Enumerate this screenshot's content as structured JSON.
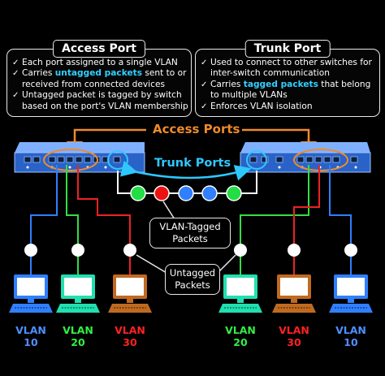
{
  "access_port": {
    "title": "Access Port",
    "items": [
      {
        "pre": "Each port assigned to a single VLAN",
        "hl": "",
        "post": ""
      },
      {
        "pre": "Carries ",
        "hl": "untagged packets",
        "post": " sent to or received from connected devices"
      },
      {
        "pre": "Untagged packet is tagged by switch based on the port's VLAN membership",
        "hl": "",
        "post": ""
      }
    ]
  },
  "trunk_port": {
    "title": "Trunk Port",
    "items": [
      {
        "pre": "Used to connect to other switches for inter-switch communication",
        "hl": "",
        "post": ""
      },
      {
        "pre": "Carries ",
        "hl": "tagged packets",
        "post": " that belong to multiple VLANs"
      },
      {
        "pre": "Enforces VLAN isolation",
        "hl": "",
        "post": ""
      }
    ]
  },
  "labels": {
    "access_ports": "Access Ports",
    "trunk_ports": "Trunk Ports",
    "vlan_tagged": [
      "VLAN-Tagged",
      "Packets"
    ],
    "untagged": [
      "Untagged",
      "Packets"
    ]
  },
  "packets": [
    "#22dd44",
    "#ee1111",
    "#2f7fff",
    "#2f7fff",
    "#22dd44"
  ],
  "computers": [
    {
      "vlan": "VLAN",
      "id": "10",
      "color": "#2f7fff",
      "label_color": "#4f8fff"
    },
    {
      "vlan": "VLAN",
      "id": "20",
      "color": "#20e0b0",
      "label_color": "#33ee44"
    },
    {
      "vlan": "VLAN",
      "id": "30",
      "color": "#c06a20",
      "label_color": "#ff2222"
    },
    {
      "vlan": "VLAN",
      "id": "20",
      "color": "#20e0b0",
      "label_color": "#33ee44"
    },
    {
      "vlan": "VLAN",
      "id": "30",
      "color": "#c06a20",
      "label_color": "#ff2222"
    },
    {
      "vlan": "VLAN",
      "id": "10",
      "color": "#2f7fff",
      "label_color": "#4f8fff"
    }
  ],
  "colors": {
    "access_orange": "#f08a2a",
    "trunk_cyan": "#2ec8ff",
    "switch_blue": "#2a63c8"
  }
}
